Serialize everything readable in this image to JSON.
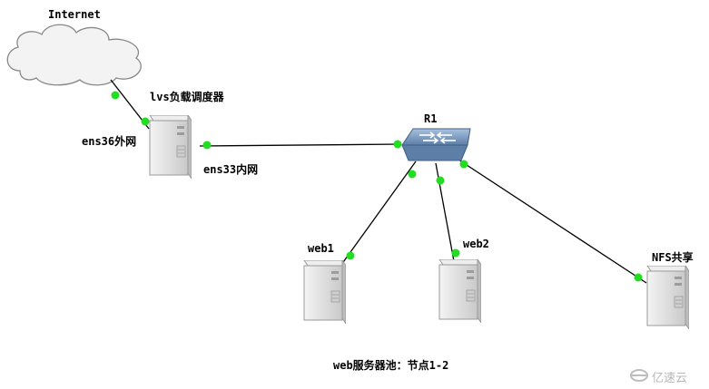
{
  "labels": {
    "internet": "Internet",
    "lvs": "lvs负载调度器",
    "ens36": "ens36外网",
    "ens33": "ens33内网",
    "r1": "R1",
    "web1": "web1",
    "web2": "web2",
    "nfs": "NFS共享",
    "pool": "web服务器池：节点1-2"
  },
  "watermark": "亿速云",
  "icons": {
    "cloud": "cloud-icon",
    "server": "server-icon",
    "switch": "switch-icon",
    "watermark": "yisu-logo-icon"
  },
  "colors": {
    "link": "#000000",
    "port": "#22dd22",
    "switch": "#7f9fc4",
    "server": "#e4e4e4"
  }
}
